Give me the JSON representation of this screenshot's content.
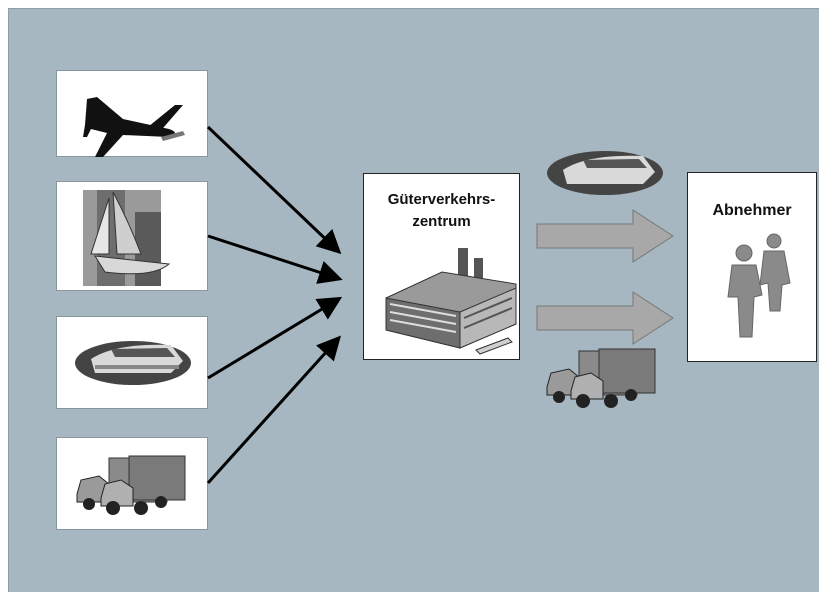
{
  "hub": {
    "title_line1": "Güterverkehrs-",
    "title_line2": "zentrum"
  },
  "receiver": {
    "title": "Abnehmer"
  },
  "icons": {
    "inputs": [
      "airplane-icon",
      "sailboat-icon",
      "train-icon",
      "truck-icon"
    ],
    "hub": "factory-icon",
    "outputs": [
      "train-icon",
      "truck-icon"
    ],
    "receiver": "people-icon"
  },
  "colors": {
    "background": "#a6b7c1",
    "box": "#ffffff",
    "arrow": "#000000",
    "block_arrow": "#a8a8a8"
  }
}
